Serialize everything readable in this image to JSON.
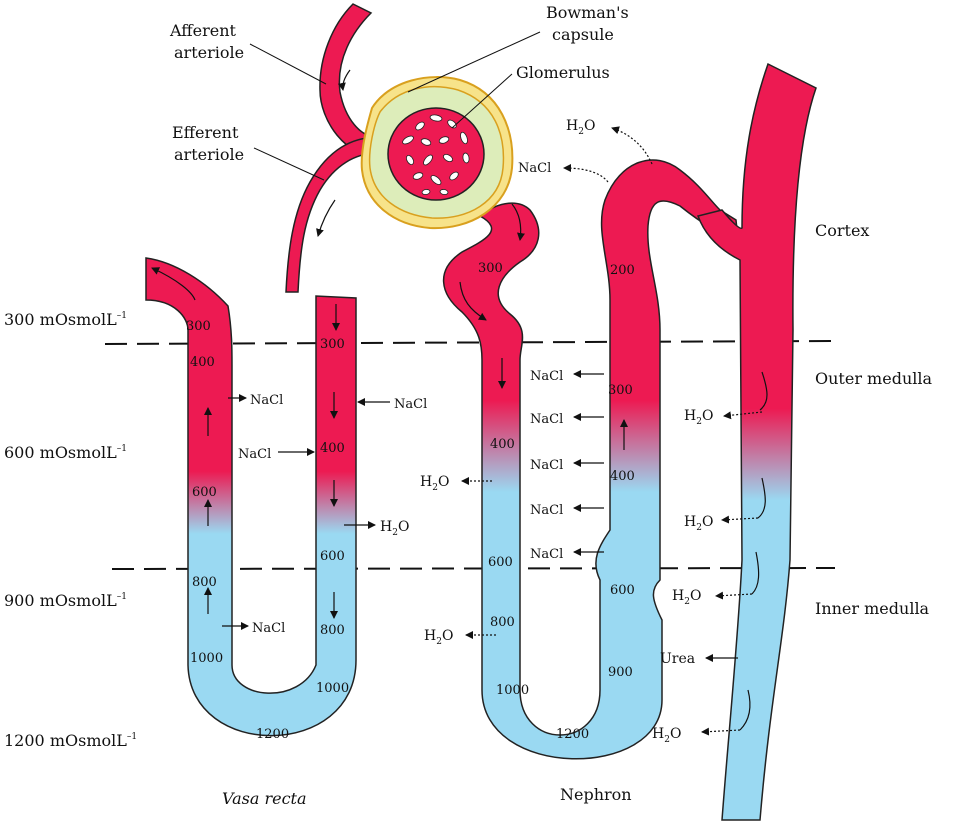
{
  "labels": {
    "afferent": [
      "Afferent",
      "arteriole"
    ],
    "efferent": [
      "Efferent",
      "arteriole"
    ],
    "bowman": [
      "Bowman's",
      "capsule"
    ],
    "glomerulus": "Glomerulus",
    "cortex": "Cortex",
    "outer_medulla": "Outer medulla",
    "inner_medulla": "Inner medulla",
    "vasa_recta": "Vasa recta",
    "nephron": "Nephron"
  },
  "osmolarity_scale": [
    {
      "value": "300",
      "unit": "mOsmolL",
      "sup": "–1"
    },
    {
      "value": "600",
      "unit": "mOsmolL",
      "sup": "–1"
    },
    {
      "value": "900",
      "unit": "mOsmolL",
      "sup": "–1"
    },
    {
      "value": "1200",
      "unit": "mOsmolL",
      "sup": "–1"
    }
  ],
  "vasa_recta_values": {
    "ascending": [
      "300",
      "400",
      "600",
      "800",
      "1000"
    ],
    "descending": [
      "300",
      "400",
      "600",
      "800",
      "1000"
    ],
    "bottom": "1200"
  },
  "nephron_values": {
    "descending": [
      "300",
      "400",
      "600",
      "800",
      "1000"
    ],
    "bottom": "1200",
    "ascending": [
      "900",
      "600",
      "400",
      "300"
    ],
    "dct": "200"
  },
  "substances": {
    "nacl": "NaCl",
    "h2o_h": "H",
    "h2o_sub": "2",
    "h2o_o": "O",
    "urea": "Urea"
  },
  "colors": {
    "red": "#ED1A52",
    "blue": "#9AD9F2",
    "capsule_fill": "#DDEDBA",
    "capsule_ring": "#F7E38A",
    "capsule_stroke": "#D9A01E"
  }
}
